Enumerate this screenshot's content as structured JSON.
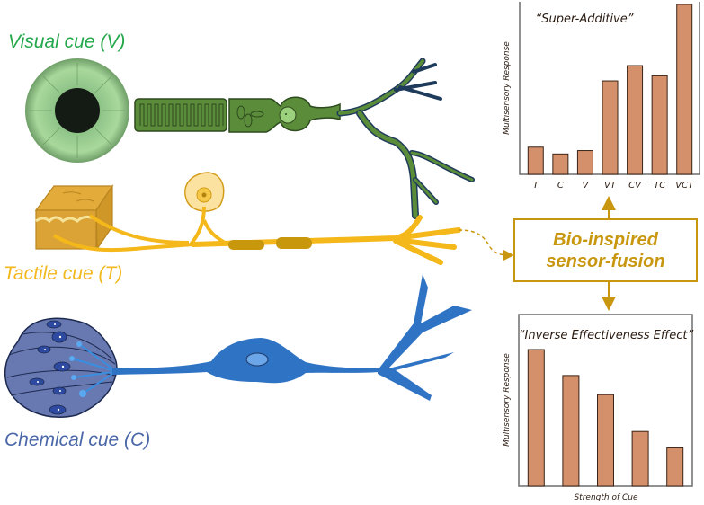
{
  "colors": {
    "visual": "#23a84a",
    "tactile": "#f2b81e",
    "chemical": "#4a67a8",
    "fusion": "#c9970f",
    "bar": "#d4906a",
    "bar_stroke": "#3a2418",
    "green_neuron": "#5a8c3a",
    "green_neuron_dark": "#1f3b5c",
    "tactile_neuron": "#f5b81a",
    "tactile_dark": "#c8970c",
    "chem_neuron": "#2f73c4",
    "chem_cells": "#6878b0"
  },
  "cues": {
    "visual": "Visual cue (V)",
    "tactile": "Tactile cue (T)",
    "chemical": "Chemical cue (C)"
  },
  "fusion": {
    "line1": "Bio-inspired",
    "line2": "sensor-fusion"
  },
  "chart_data": [
    {
      "type": "bar",
      "title": "“Super-Additive”",
      "xlabel": "",
      "ylabel": "Multisensory Response",
      "categories": [
        "T",
        "C",
        "V",
        "VT",
        "CV",
        "TC",
        "VCT"
      ],
      "values": [
        16,
        12,
        14,
        55,
        64,
        58,
        100
      ],
      "ylim": [
        0,
        100
      ],
      "grid": false
    },
    {
      "type": "bar",
      "title": "“Inverse Effectiveness Effect”",
      "xlabel": "Strength of Cue",
      "ylabel": "Multisensory Response",
      "categories": [
        "",
        "",
        "",
        "",
        ""
      ],
      "values": [
        100,
        81,
        67,
        40,
        28
      ],
      "ylim": [
        0,
        100
      ],
      "grid": false
    }
  ]
}
